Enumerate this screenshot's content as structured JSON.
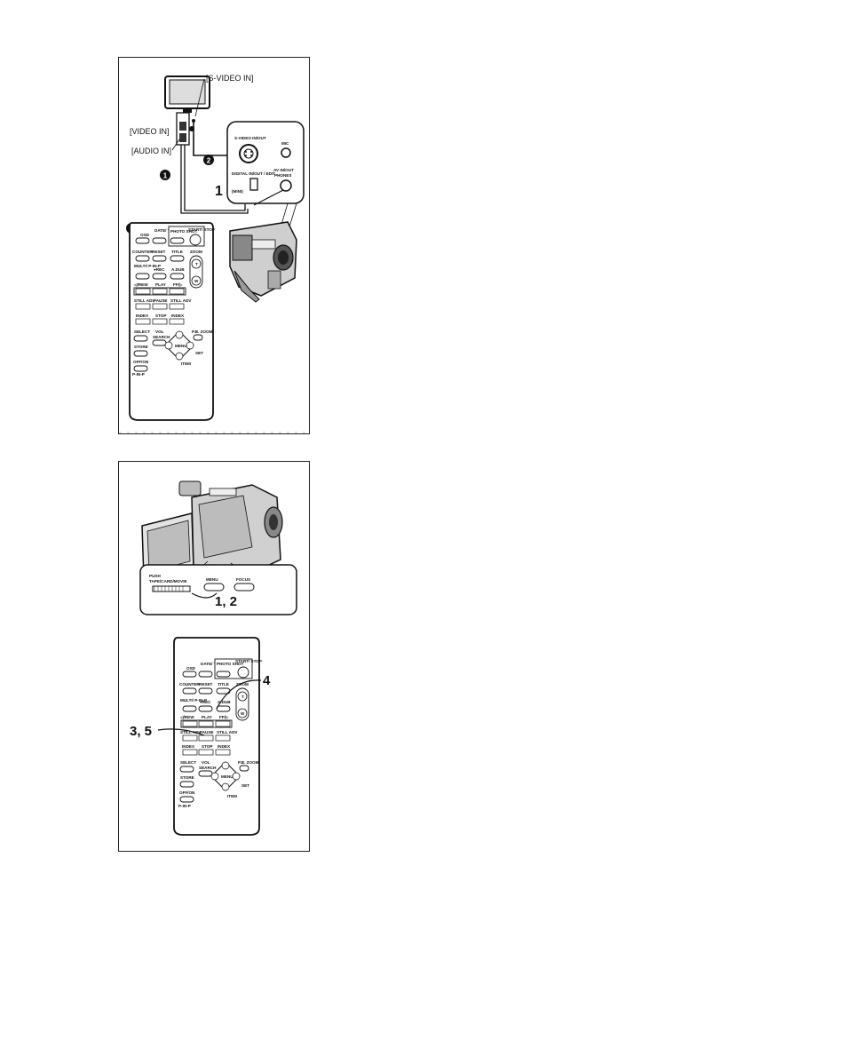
{
  "panel1": {
    "labels": {
      "svideo_in": "[S-VIDEO IN]",
      "video_in": "[VIDEO IN]",
      "audio_in": "[AUDIO IN]",
      "step1": "1",
      "marker1": "1",
      "marker2": "2",
      "marker3": "3"
    },
    "jack_panel": {
      "svideo_inout": "S-VIDEO IN/OUT",
      "mic": "MIC",
      "digital_edit": "DIGITAL IN/OUT / EDIT",
      "mini": "(MINI)",
      "av_inout": "AV IN/OUT",
      "phones": "PHONES"
    }
  },
  "remote": {
    "osd": "OSD",
    "date_time": "DATE/ TIME",
    "photo_shot": "PHOTO SHOT",
    "start_stop": "START/ STOP",
    "counter": "COUNTER",
    "reset": "RESET",
    "title": "TITLE",
    "zoom": "ZOOM",
    "multi_p_in_p": "MULTI/ P-IN-P",
    "rec": "●REC",
    "a_dub": "A.DUB",
    "t": "T",
    "w": "W",
    "rew": "◁/REW",
    "play": "PLAY",
    "ff": "FF/▷",
    "still_adv_l": "STILL ADV",
    "pause": "PAUSE",
    "still_adv_r": "STILL ADV",
    "index_l": "INDEX",
    "stop": "STOP",
    "index_r": "INDEX",
    "select": "SELECT",
    "store": "STORE",
    "off_on": "OFF/ON",
    "vol": "VOL",
    "search": "SEARCH",
    "menu": "MENU",
    "pb_zoom": "P.B. ZOOM",
    "set": "SET",
    "item": "ITEM",
    "p_in_p": "P-IN-P"
  },
  "panel2": {
    "camera": {
      "push": "PUSH",
      "modes": "TAPE/CARD/MOVIE",
      "menu": "MENU",
      "focus": "FOCUS"
    },
    "steps": {
      "s12": "1, 2",
      "s4": "4",
      "s35": "3, 5"
    }
  }
}
